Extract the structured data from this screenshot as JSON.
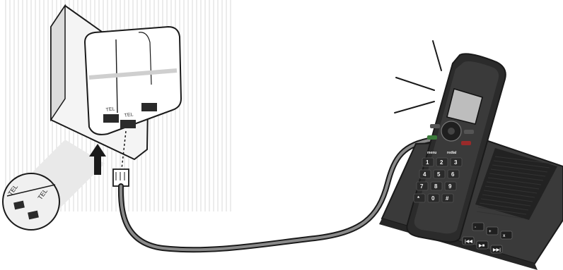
{
  "adapter": {
    "port_labels": [
      "TEL",
      "TEL"
    ],
    "zoom_labels": [
      "TEL",
      "TEL"
    ]
  },
  "handset": {
    "keypad": [
      [
        "1",
        "2",
        "3"
      ],
      [
        "4",
        "5",
        "6"
      ],
      [
        "7",
        "8",
        "9"
      ],
      [
        "*",
        "0",
        "#"
      ]
    ],
    "soft_keys": [
      "menu",
      "redial"
    ]
  },
  "base": {
    "buttons": [
      "-",
      "+",
      "x",
      "|◀◀",
      "▶■",
      "▶▶|"
    ]
  },
  "colors": {
    "line": "#1a1a1a",
    "phone_body": "#3a3a3a",
    "phone_dark": "#262626",
    "cable": "#555555",
    "stripe": "#d9d9d9"
  }
}
